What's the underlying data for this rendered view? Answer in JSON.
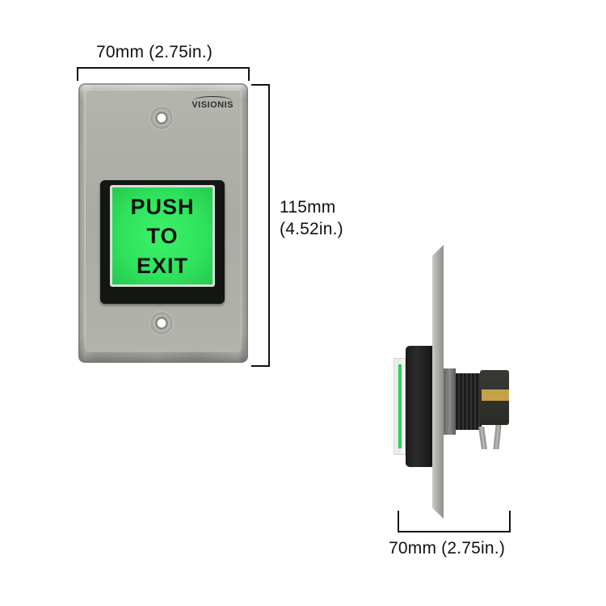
{
  "dimensions": {
    "front_width": "70mm (2.75in.)",
    "height_mm": "115mm",
    "height_in": "(4.52in.)",
    "side_depth": "70mm (2.75in.)"
  },
  "product": {
    "brand": "VISIONIS",
    "button_text": [
      "PUSH",
      "TO",
      "EXIT"
    ],
    "colors": {
      "lens_green": "#2fe25c",
      "bezel_black": "#141614",
      "plate_steel": "#b0b2ab"
    }
  }
}
